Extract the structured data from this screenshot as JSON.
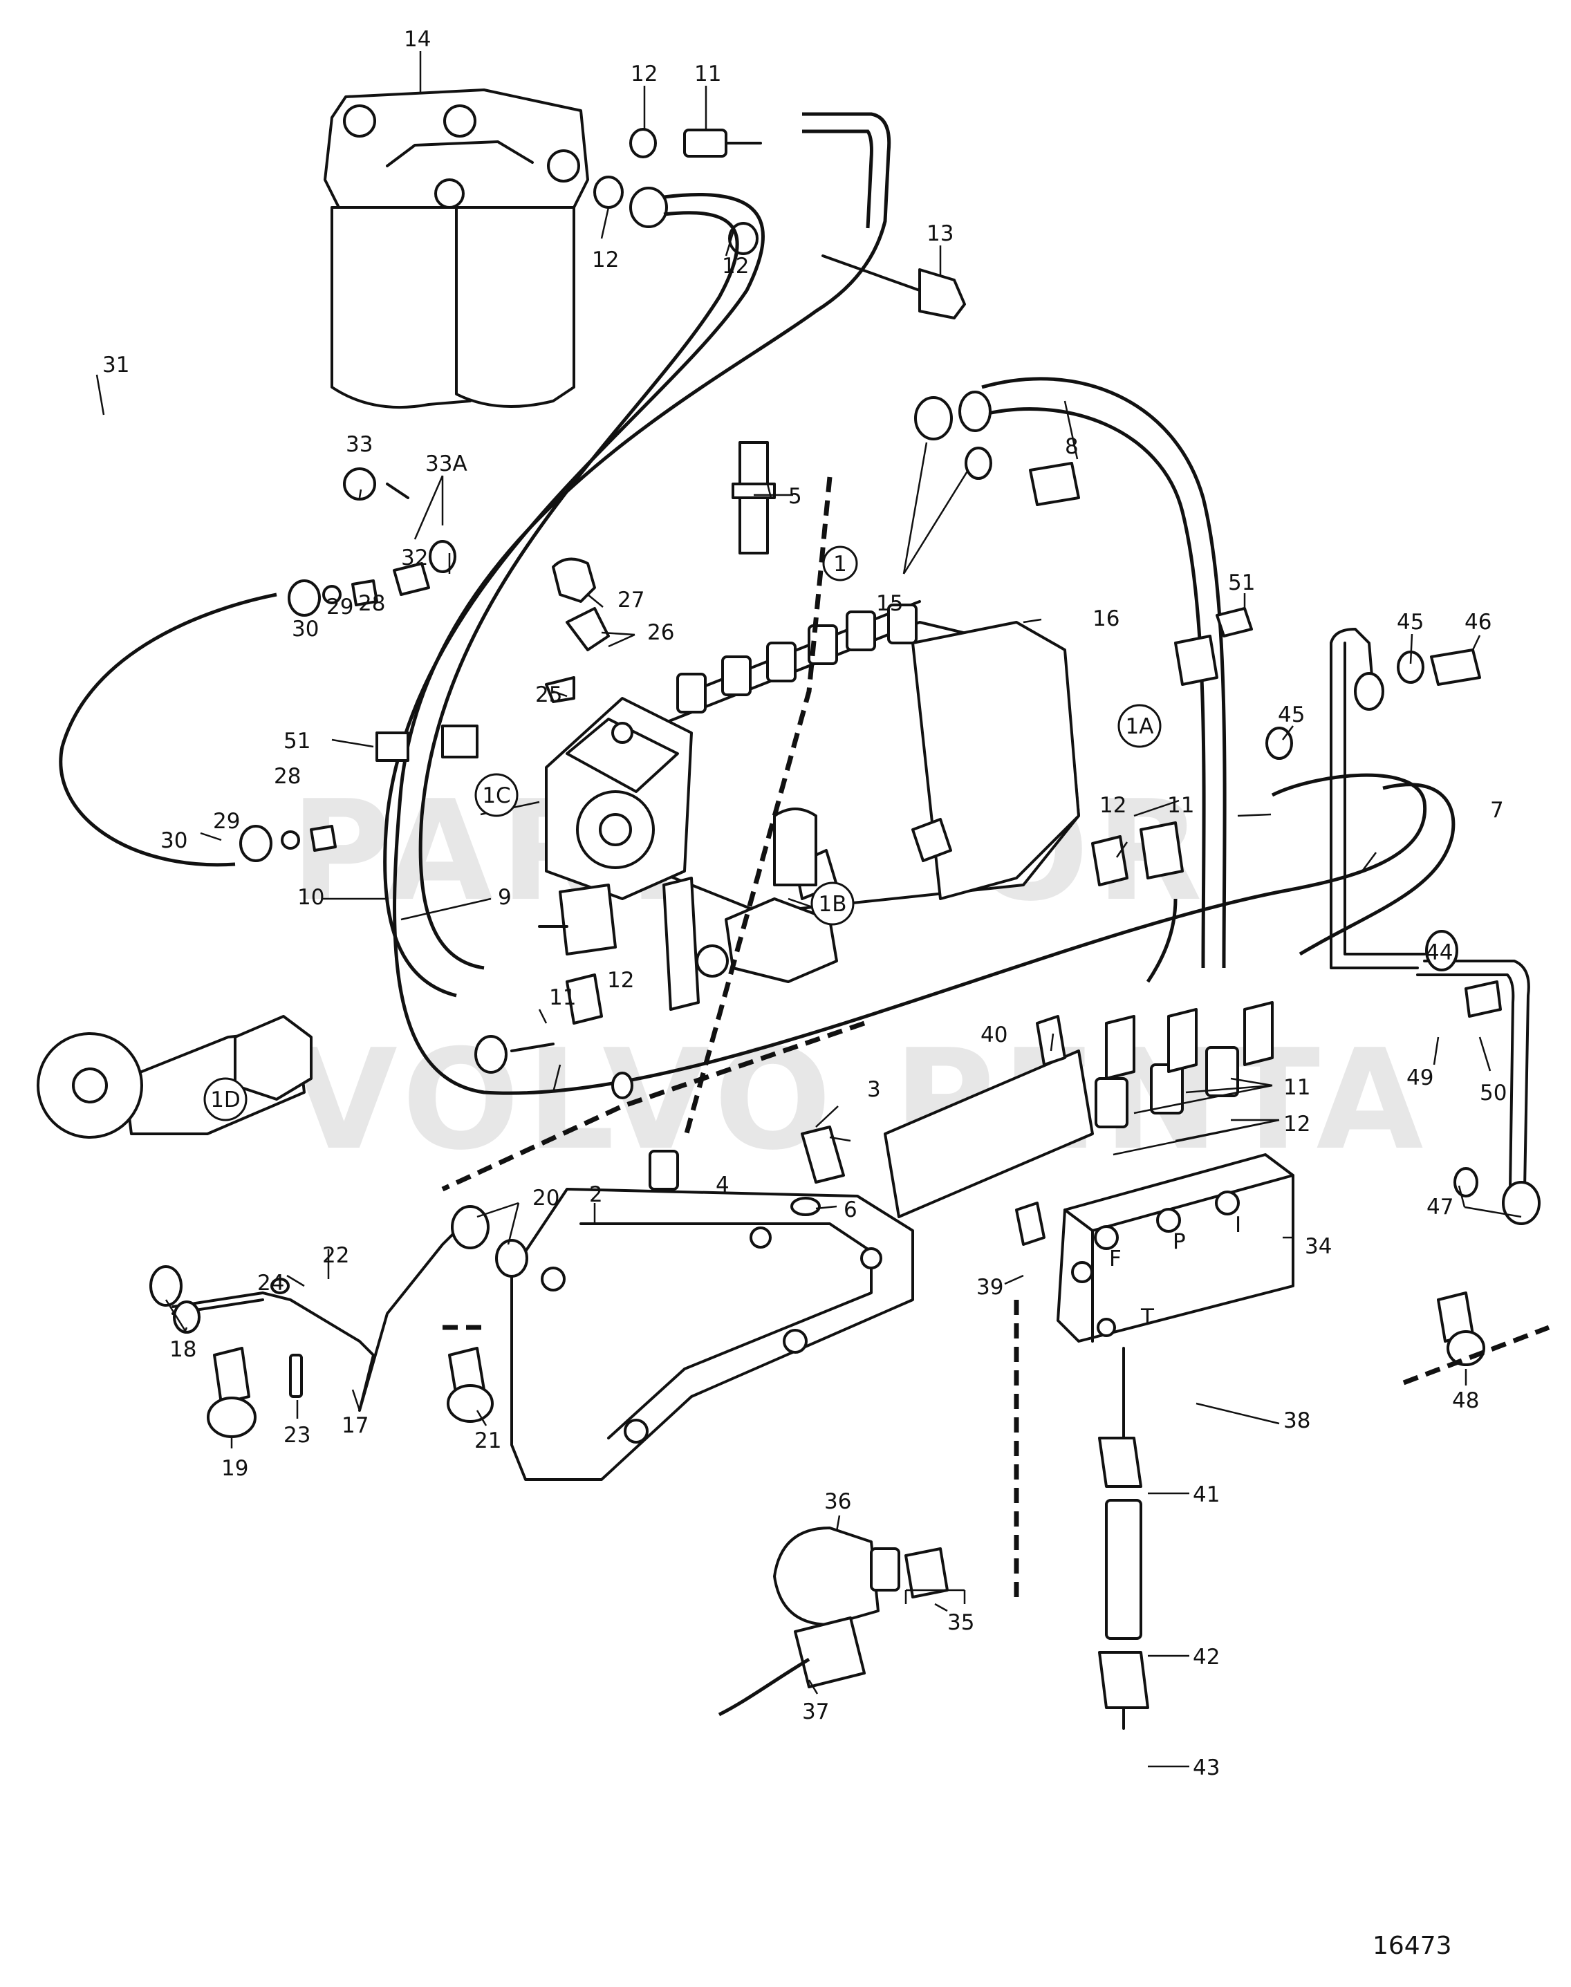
{
  "diagram": {
    "reference_number": "16473",
    "watermark_lines": [
      "PARTS FOR",
      "VOLVO PENTA"
    ],
    "callouts": [
      {
        "label": "14",
        "circled": false
      },
      {
        "label": "12",
        "circled": false
      },
      {
        "label": "11",
        "circled": false
      },
      {
        "label": "12",
        "circled": false
      },
      {
        "label": "12",
        "circled": false
      },
      {
        "label": "13",
        "circled": false
      },
      {
        "label": "33",
        "circled": false
      },
      {
        "label": "33A",
        "circled": false
      },
      {
        "label": "31",
        "circled": false
      },
      {
        "label": "32",
        "circled": false
      },
      {
        "label": "30",
        "circled": false
      },
      {
        "label": "29",
        "circled": false
      },
      {
        "label": "28",
        "circled": false
      },
      {
        "label": "5",
        "circled": false
      },
      {
        "label": "8",
        "circled": false
      },
      {
        "label": "1",
        "circled": true
      },
      {
        "label": "15",
        "circled": false
      },
      {
        "label": "16",
        "circled": false
      },
      {
        "label": "27",
        "circled": false
      },
      {
        "label": "26",
        "circled": false
      },
      {
        "label": "25",
        "circled": false
      },
      {
        "label": "51",
        "circled": false
      },
      {
        "label": "51",
        "circled": false
      },
      {
        "label": "46",
        "circled": false
      },
      {
        "label": "45",
        "circled": false
      },
      {
        "label": "45",
        "circled": false
      },
      {
        "label": "1A",
        "circled": true
      },
      {
        "label": "1C",
        "circled": true
      },
      {
        "label": "29",
        "circled": false
      },
      {
        "label": "28",
        "circled": false
      },
      {
        "label": "30",
        "circled": false
      },
      {
        "label": "10",
        "circled": false
      },
      {
        "label": "9",
        "circled": false
      },
      {
        "label": "12",
        "circled": false
      },
      {
        "label": "11",
        "circled": false
      },
      {
        "label": "7",
        "circled": false
      },
      {
        "label": "1B",
        "circled": true
      },
      {
        "label": "44",
        "circled": false
      },
      {
        "label": "11",
        "circled": false
      },
      {
        "label": "12",
        "circled": false
      },
      {
        "label": "40",
        "circled": false
      },
      {
        "label": "49",
        "circled": false
      },
      {
        "label": "50",
        "circled": false
      },
      {
        "label": "11",
        "circled": false
      },
      {
        "label": "12",
        "circled": false
      },
      {
        "label": "1D",
        "circled": true
      },
      {
        "label": "3",
        "circled": false
      },
      {
        "label": "4",
        "circled": false
      },
      {
        "label": "6",
        "circled": false
      },
      {
        "label": "20",
        "circled": false
      },
      {
        "label": "2",
        "circled": false
      },
      {
        "label": "22",
        "circled": false
      },
      {
        "label": "24",
        "circled": false
      },
      {
        "label": "34",
        "circled": false
      },
      {
        "label": "47",
        "circled": false
      },
      {
        "label": "39",
        "circled": false
      },
      {
        "label": "18",
        "circled": false
      },
      {
        "label": "38",
        "circled": false
      },
      {
        "label": "48",
        "circled": false
      },
      {
        "label": "19",
        "circled": false
      },
      {
        "label": "23",
        "circled": false
      },
      {
        "label": "17",
        "circled": false
      },
      {
        "label": "21",
        "circled": false
      },
      {
        "label": "36",
        "circled": false
      },
      {
        "label": "41",
        "circled": false
      },
      {
        "label": "35",
        "circled": false
      },
      {
        "label": "42",
        "circled": false
      },
      {
        "label": "37",
        "circled": false
      },
      {
        "label": "43",
        "circled": false
      }
    ],
    "block_port_letters": [
      "F",
      "P",
      "I",
      "T"
    ]
  }
}
